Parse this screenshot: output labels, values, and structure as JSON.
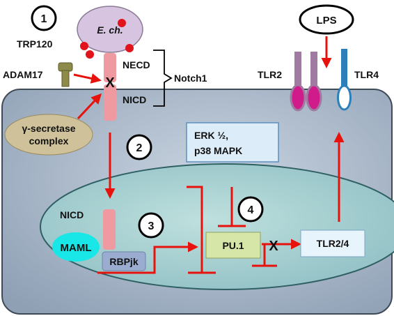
{
  "labels": {
    "trp120": "TRP120",
    "e_ch": "E. ch.",
    "adam17": "ADAM17",
    "necd": "NECD",
    "nicd_membrane": "NICD",
    "notch1": "Notch1",
    "gamma_line1": "γ-secretase",
    "gamma_line2": "complex",
    "erk_line1": "ERK ½,",
    "erk_line2": "p38 MAPK",
    "nicd_nucleus": "NICD",
    "maml": "MAML",
    "rbpjk": "RBPjk",
    "pu1": "PU.1",
    "tlr24": "TLR2/4",
    "tlr2": "TLR2",
    "tlr4": "TLR4",
    "lps": "LPS",
    "cleavage_mark": "X",
    "block_mark": "X"
  },
  "steps": [
    "1",
    "2",
    "3",
    "4"
  ],
  "colors": {
    "arrow_red": "#e8120c",
    "cell": "#a9b8c9",
    "nucleus": "#a7cfcf",
    "notch_pink": "#ef9aa0",
    "ech": "#d7c4e0",
    "trp_dot": "#e0141a",
    "adam": "#8d8a4a",
    "gamma": "#cfc29a",
    "erk_box": "#dcecf8",
    "maml": "#19e6e6",
    "rbpjk": "#9aaccf",
    "pu1": "#d6e6a8",
    "tlr_box": "#e8f4fb",
    "tlr2": "#a07aa0",
    "tlr2_head": "#d01c8b",
    "tlr4": "#2c7fb8"
  }
}
